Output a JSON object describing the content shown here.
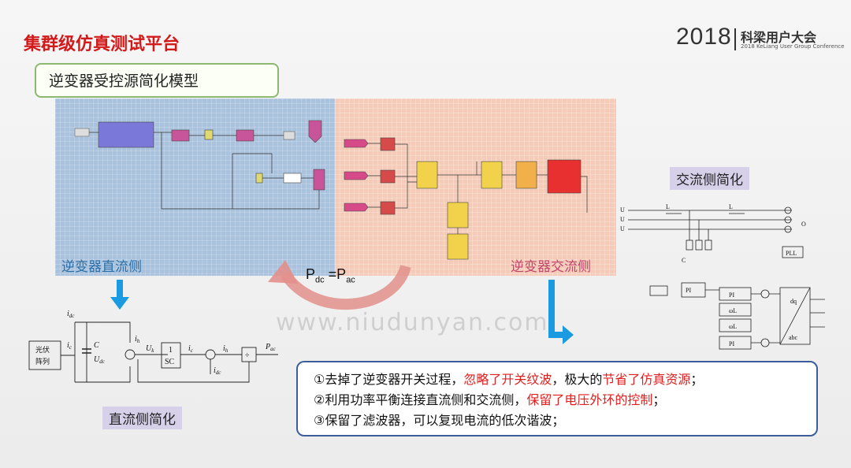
{
  "title": "集群级仿真测试平台",
  "brand": {
    "year": "2018",
    "name": "科梁用户大会",
    "subtitle": "2018 KeLiang User Group Conference"
  },
  "subtitle": "逆变器受控源简化模型",
  "labels": {
    "dc_side": "逆变器直流侧",
    "ac_side": "逆变器交流侧",
    "ac_simplified": "交流侧简化",
    "dc_simplified": "直流侧简化",
    "watermark": "www.niudunyan.com"
  },
  "equation": {
    "p": "P",
    "dc": "dc",
    "eq": "=P",
    "ac": "ac"
  },
  "notes": [
    {
      "a": "①去掉了逆变器开关过程，",
      "red": "忽略了开关纹波",
      "b": "，极大的",
      "red2": "节省了仿真资源",
      "c": "；"
    },
    {
      "a": "②利用功率平衡连接直流侧和交流侧，",
      "red": "保留了电压外环的控制",
      "b": "；"
    },
    {
      "a": "③保留了滤波器，可以复现电流的低次谐波；"
    }
  ],
  "dc_circuit": {
    "pv": [
      "光伏",
      "阵列"
    ],
    "idc": "i",
    "idc_sub": "dc",
    "ic": "i",
    "ic_sub": "c",
    "C": "C",
    "Udc": "U",
    "Udc_sub": "dc",
    "ih": "i",
    "ih_sub": "h",
    "Uk": "U",
    "Uk_sub": "k",
    "block_num": "1",
    "block_den": "SC",
    "ic2": "i",
    "ic2_sub": "c",
    "ih2": "i",
    "ih2_sub": "h",
    "div": "÷",
    "Pac": "P",
    "Pac_sub": "ac",
    "idc2": "i",
    "idc2_sub": "dc"
  },
  "ac_circuit": {
    "sources": [
      "U",
      "U",
      "U"
    ],
    "PI": "PI",
    "wL": "ωL",
    "dq": "dq",
    "abc": "abc",
    "PLL": "PLL",
    "O": "O",
    "C": "C",
    "L1": "L",
    "L2": "L"
  },
  "colors": {
    "title": "#d21a1a",
    "accent_red": "#e02020",
    "box_border": "#3b5e9a",
    "arrow_blue": "#1a9ae0"
  }
}
